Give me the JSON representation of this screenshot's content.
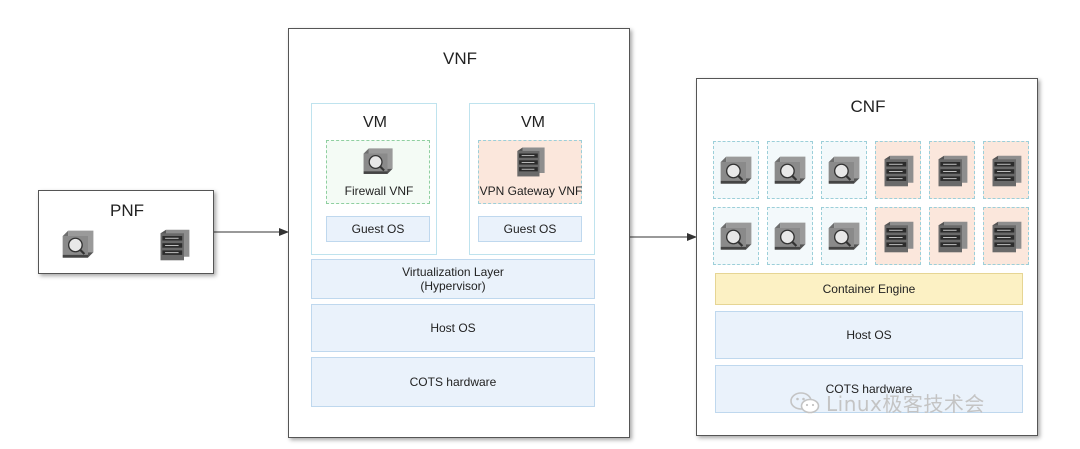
{
  "pnf": {
    "title": "PNF",
    "icons": [
      "firewall-icon",
      "server-rack-icon"
    ]
  },
  "vnf": {
    "title": "VNF",
    "vms": [
      {
        "title": "VM",
        "app": "Firewall VNF",
        "guest": "Guest OS",
        "icon": "firewall-icon"
      },
      {
        "title": "VM",
        "app": "VPN Gateway VNF",
        "guest": "Guest OS",
        "icon": "server-rack-icon"
      }
    ],
    "virtualization": {
      "line1": "Virtualization Layer",
      "line2": "(Hypervisor)"
    },
    "host_os": "Host OS",
    "hardware": "COTS hardware"
  },
  "cnf": {
    "title": "CNF",
    "containers": [
      [
        "firewall-icon",
        "firewall-icon",
        "firewall-icon",
        "server-rack-icon",
        "server-rack-icon",
        "server-rack-icon"
      ],
      [
        "firewall-icon",
        "firewall-icon",
        "firewall-icon",
        "server-rack-icon",
        "server-rack-icon",
        "server-rack-icon"
      ]
    ],
    "engine": "Container Engine",
    "host_os": "Host OS",
    "hardware": "COTS hardware"
  },
  "watermark": "Linux极客技术会",
  "colors": {
    "layer": "#eaf2fb",
    "engine": "#fcf1c4",
    "container_peach": "#fbe7dc",
    "border": "#555555"
  }
}
